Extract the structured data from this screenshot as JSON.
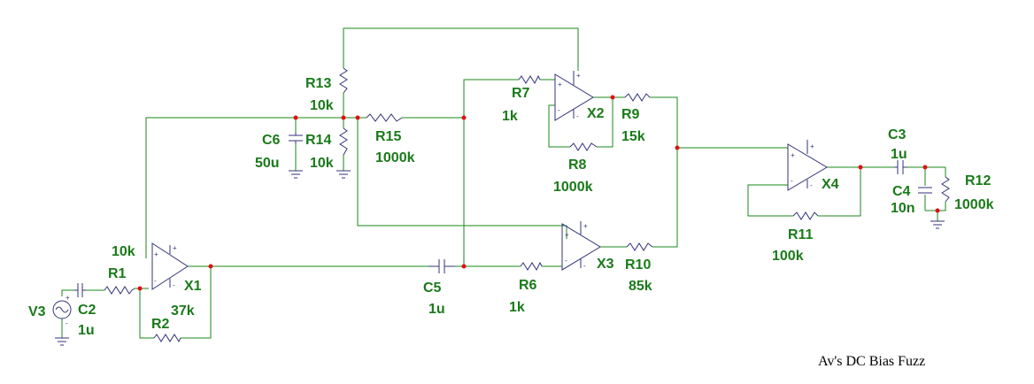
{
  "title": "Av's DC Bias Fuzz",
  "components": {
    "V3": {
      "name": "V3"
    },
    "C2": {
      "name": "C2",
      "value": "1u"
    },
    "R1": {
      "name": "R1",
      "value": "10k"
    },
    "R2": {
      "name": "R2",
      "value": "37k"
    },
    "X1": {
      "name": "X1"
    },
    "C5": {
      "name": "C5",
      "value": "1u"
    },
    "C6": {
      "name": "C6",
      "value": "50u"
    },
    "R13": {
      "name": "R13",
      "value": "10k"
    },
    "R14": {
      "name": "R14",
      "value": "10k"
    },
    "R15": {
      "name": "R15",
      "value": "1000k"
    },
    "R7": {
      "name": "R7",
      "value": "1k"
    },
    "R8": {
      "name": "R8",
      "value": "1000k"
    },
    "X2": {
      "name": "X2"
    },
    "R9": {
      "name": "R9",
      "value": "15k"
    },
    "R6": {
      "name": "R6",
      "value": "1k"
    },
    "X3": {
      "name": "X3"
    },
    "R10": {
      "name": "R10",
      "value": "85k"
    },
    "X4": {
      "name": "X4"
    },
    "R11": {
      "name": "R11",
      "value": "100k"
    },
    "C3": {
      "name": "C3",
      "value": "1u"
    },
    "C4": {
      "name": "C4",
      "value": "10n"
    },
    "R12": {
      "name": "R12",
      "value": "1000k"
    }
  },
  "colors": {
    "wire": "#1a8a1a",
    "symbol": "#33337a",
    "label": "#1a7a1a",
    "node": "#dd1111"
  }
}
